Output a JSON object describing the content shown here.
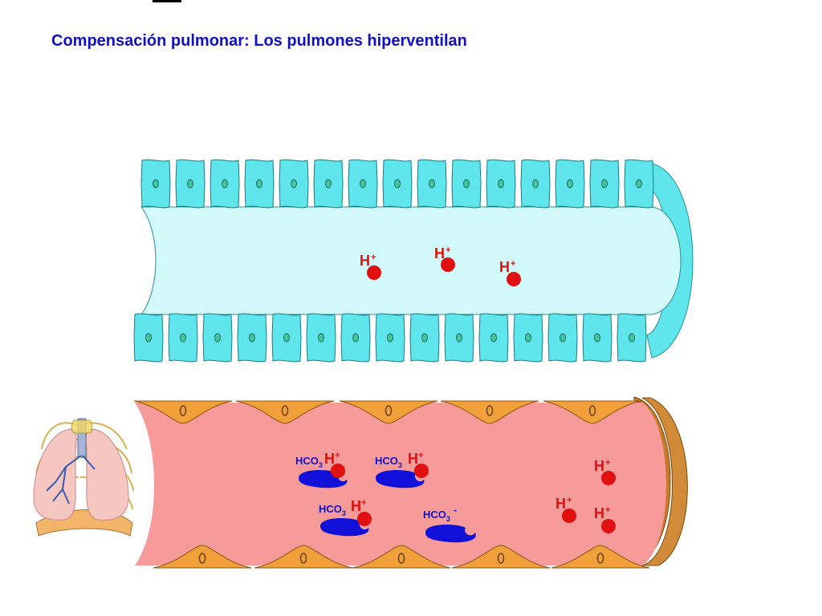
{
  "title": "Compensación pulmonar: Los pulmones hiperventilan",
  "labels": {
    "proton": "H",
    "proton_charge": "+",
    "bicarbonate": "HCO",
    "bicarbonate_sub": "3",
    "bicarbonate_charge": "-"
  },
  "colors": {
    "title": "#1010c8",
    "tubule_cells": "#5ee6ec",
    "tubule_lumen": "#d2fafa",
    "vessel_blood": "#f79a9a",
    "endothelial_cells": "#f2a03a",
    "proton_dot": "#e01010",
    "bicarbonate_shape": "#1010d8"
  },
  "icons": [
    "lungs-illustration-icon"
  ]
}
